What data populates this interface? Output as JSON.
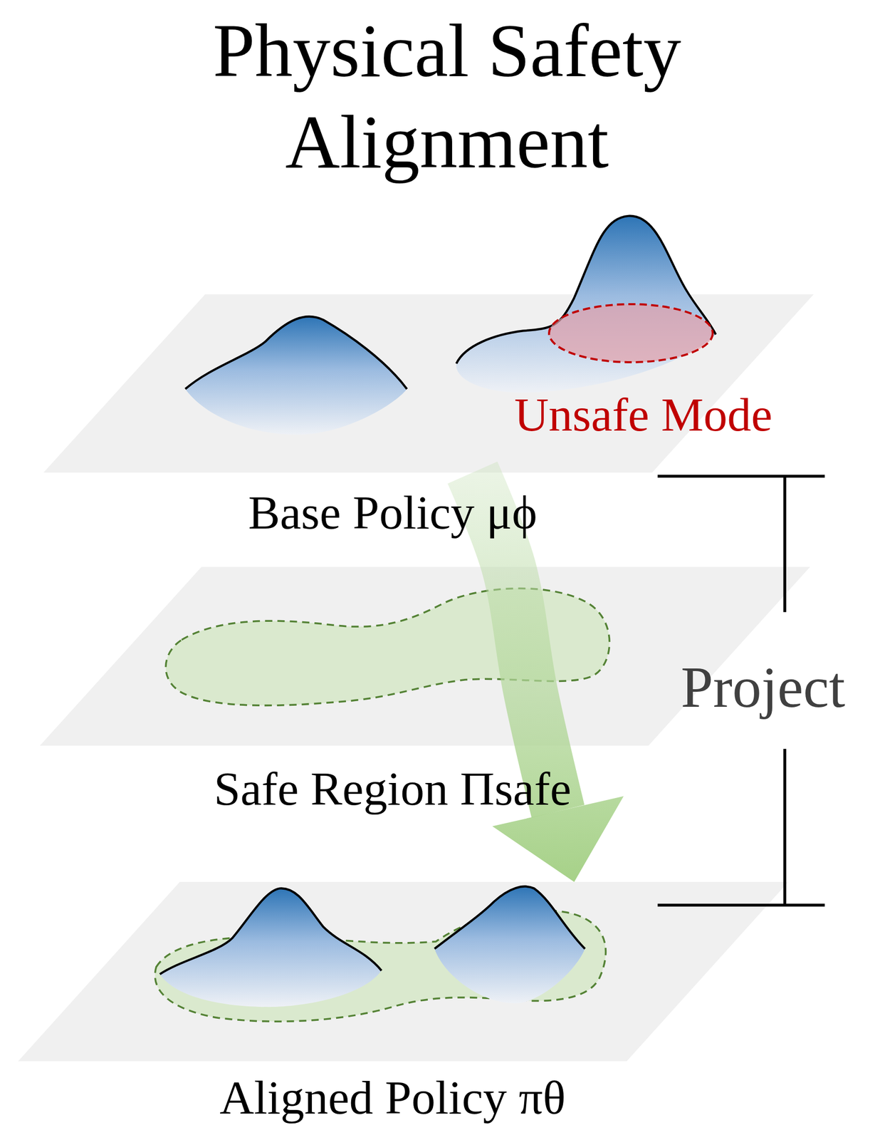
{
  "diagram": {
    "title": "Physical Safety Alignment",
    "nodes": [
      {
        "text": [
          "Base Policy μϕ"
        ]
      },
      {
        "text": [
          "Unsafe Mode"
        ],
        "in": 0
      },
      {
        "text": [
          "Safe Region Πsafe"
        ]
      },
      {
        "text": [
          "Aligned Policy πθ"
        ]
      }
    ],
    "edges": [
      {
        "from": 0,
        "to": 3,
        "arrow": "to"
      }
    ],
    "labels": [
      "Project"
    ]
  }
}
